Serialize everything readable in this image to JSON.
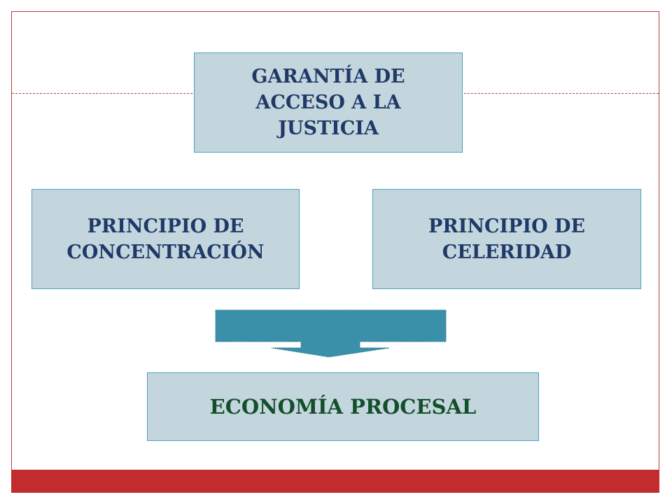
{
  "diagram": {
    "top_box": {
      "text": "GARANTÍA DE\nACCESO A LA\nJUSTICIA"
    },
    "left_box": {
      "text": "PRINCIPIO DE\nCONCENTRACIÓN"
    },
    "right_box": {
      "text": "PRINCIPIO DE\nCELERIDAD"
    },
    "bottom_box": {
      "text": "ECONOMÍA PROCESAL"
    }
  },
  "colors": {
    "box_fill": "#c4d6dd",
    "box_border": "#4aa2c3",
    "title_text": "#1f3a68",
    "result_text": "#144f2c",
    "arrow_fill": "#3a90a8",
    "accent_red": "#c22c2e"
  },
  "icons": {
    "arrow": "down-arrow-icon"
  }
}
